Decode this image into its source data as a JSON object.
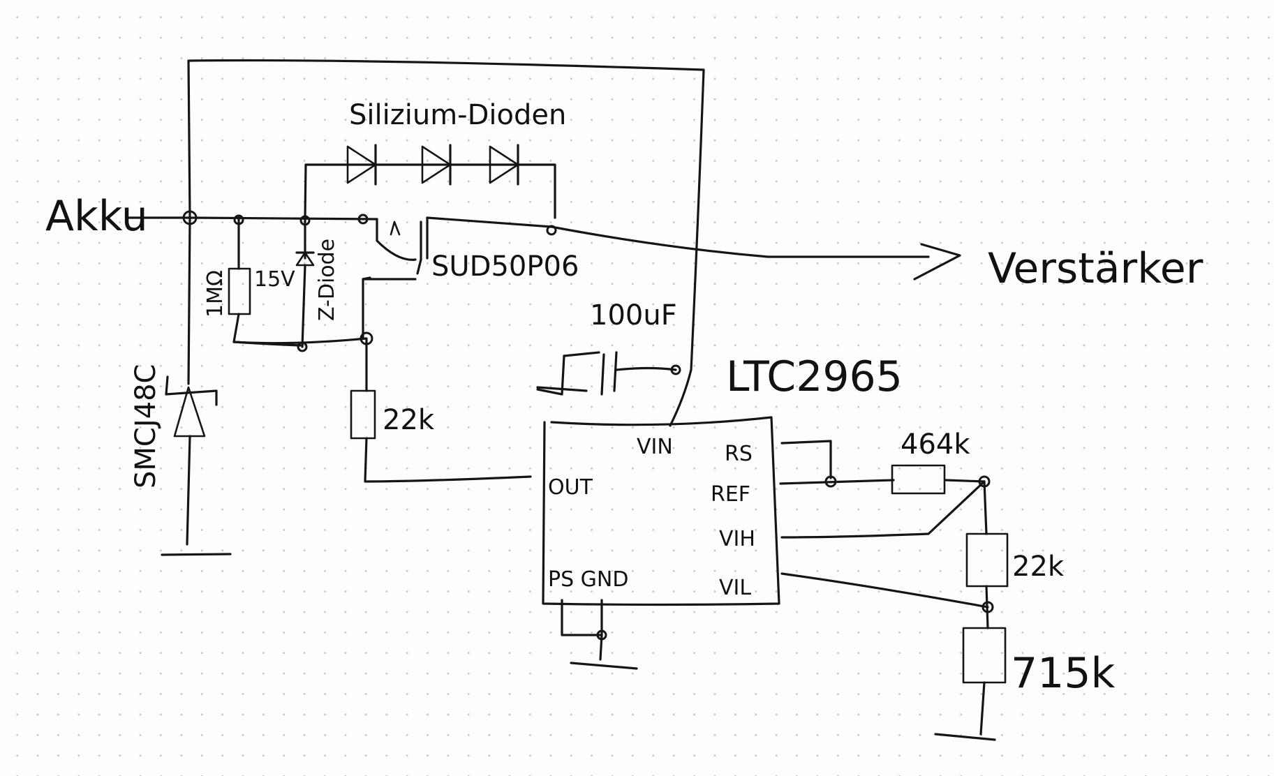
{
  "labels": {
    "akku": "Akku",
    "verstaerker": "Verstärker",
    "diodes_title": "Silizium-Dioden",
    "mosfet": "SUD50P06",
    "r_1m": "1MΩ",
    "zener_15v": "15V",
    "zener_type": "Z-Diode",
    "tvs": "SMCJ48C",
    "r_22k_gate": "22k",
    "cap": "100uF",
    "ic_name": "LTC2965"
  },
  "ic_pins": {
    "vin": "VIN",
    "out": "OUT",
    "ps_gnd": "PS GND",
    "rs": "RS",
    "ref": "REF",
    "vih": "VIH",
    "vil": "VIL"
  },
  "divider": {
    "r_top": "464k",
    "r_mid": "22k",
    "r_bottom": "715k"
  }
}
